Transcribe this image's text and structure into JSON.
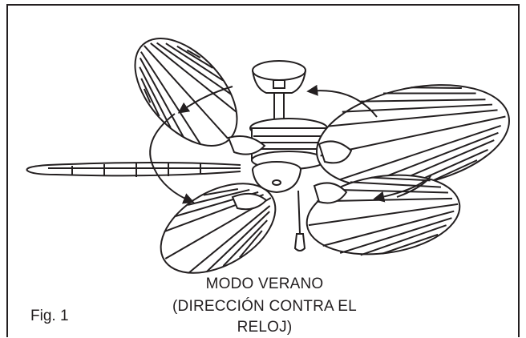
{
  "caption": {
    "mode": "MODO VERANO",
    "direction": "(DIRECCIÓN CONTRA EL RELOJ)"
  },
  "figure_label": "Fig. 1",
  "colors": {
    "line": "#231f20",
    "background": "#ffffff"
  }
}
